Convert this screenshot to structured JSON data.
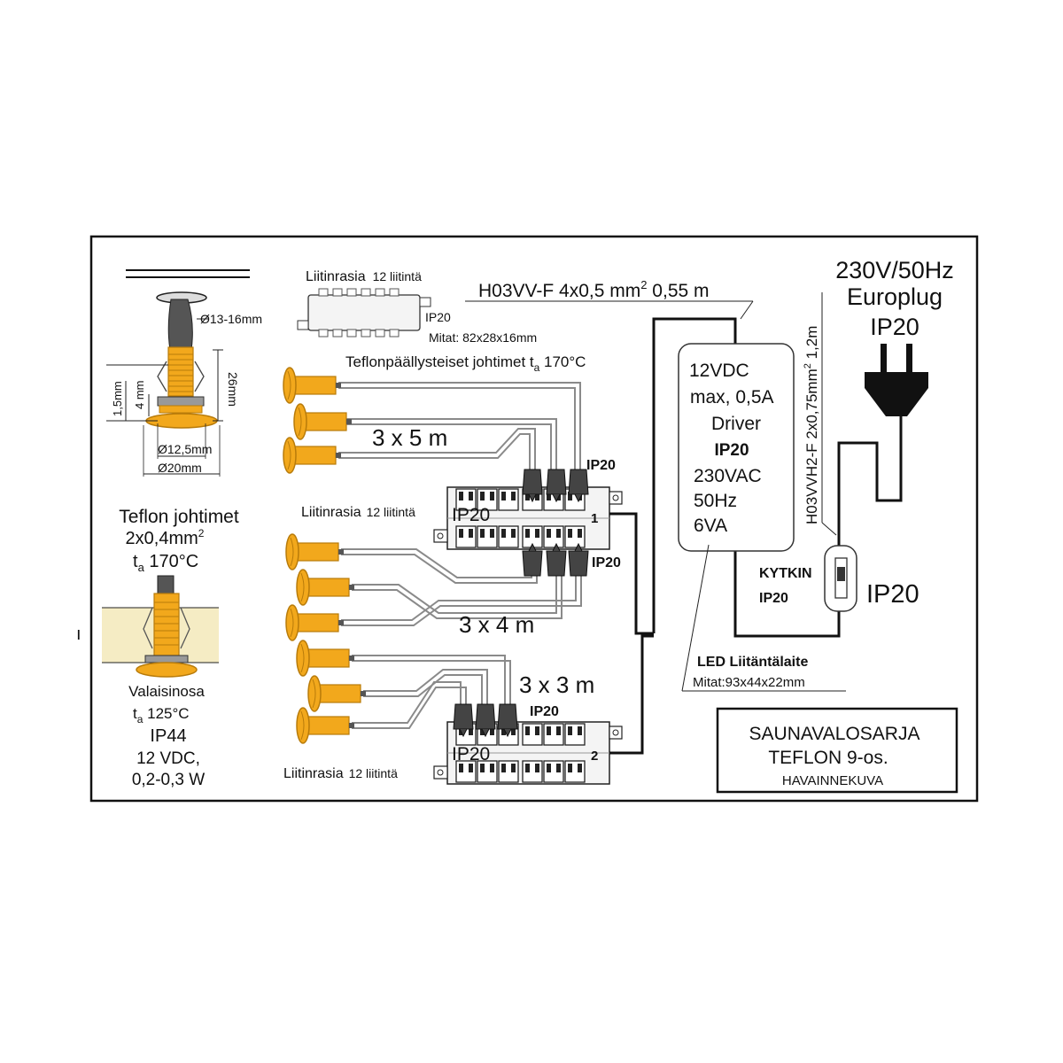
{
  "stray_mark": "ı",
  "detail_top": {
    "diameter_hole": "Ø13-16mm",
    "height_26": "26mm",
    "height_4": "4 mm",
    "height_15": "1,5mm",
    "diameter_125": "Ø12,5mm",
    "diameter_20": "Ø20mm"
  },
  "teflon_wires": {
    "title": "Teflon johtimet",
    "spec_base": "2x0,4mm",
    "spec_sup": "2",
    "temp_main": "t",
    "temp_sub": "a",
    "temp_value": " 170°C"
  },
  "fixture": {
    "name": "Valaisinosa",
    "temp_main": "t",
    "temp_sub": "a",
    "temp_value": " 125°C",
    "ip": "IP44",
    "voltage": "12 VDC,",
    "power": "0,2-0,3 W"
  },
  "top_box": {
    "label_a": "Liitinrasia",
    "label_b": "12 liitintä",
    "ip": "IP20",
    "size": "Mitat: 82x28x16mm"
  },
  "teflon_cable_note": {
    "text": "Teflonpäällysteiset johtimet t",
    "sub": "a",
    "temp": " 170°C"
  },
  "cable_lengths": [
    "3 x 5 m",
    "3 x 4 m",
    "3 x 3 m"
  ],
  "junction_1": {
    "label_a": "Liitinrasia",
    "label_b": "12 liitintä",
    "ip_body": "IP20",
    "number": "1",
    "ip_top": "IP20",
    "ip_bottom": "IP20"
  },
  "junction_2": {
    "label_a": "Liitinrasia",
    "label_b": "12 liitintä",
    "ip_body": "IP20",
    "number": "2",
    "ip_top": "IP20"
  },
  "main_cable": {
    "text": "H03VV-F 4x0,5 mm",
    "sup": "2",
    "length": " 0,55 m"
  },
  "driver": {
    "lines": [
      "12VDC",
      "max, 0,5A",
      "Driver",
      "IP20",
      "230VAC",
      "50Hz",
      "6VA"
    ]
  },
  "led_unit": {
    "title": "LED Liitäntälaite",
    "size": "Mitat:93x44x22mm"
  },
  "power_cord": {
    "text": "H03VVH2-F 2x0,75mm",
    "sup": "2",
    "length": " 1,2m"
  },
  "mains": {
    "line1": "230V/50Hz",
    "line2": "Europlug",
    "line3": "IP20"
  },
  "switch": {
    "label": "KYTKIN",
    "ip_small": "IP20",
    "ip_large": "IP20"
  },
  "title_box": {
    "line1": "SAUNAVALOSARJA",
    "line2": "TEFLON 9-os.",
    "line3": "HAVAINNEKUVA"
  },
  "colors": {
    "fixture_orange": "#F2A81C",
    "fixture_dark": "#B87B0A",
    "ceiling_cream": "#F5ECC4",
    "wire_gray": "#8A8A8A",
    "box_fill": "#F4F4F4"
  }
}
